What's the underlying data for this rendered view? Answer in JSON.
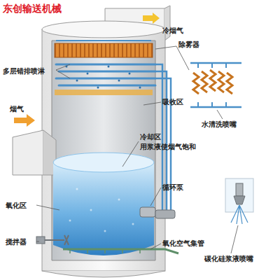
{
  "diagram": {
    "labels": [
      "东创输送机械",
      "冷烟气",
      "除雾器",
      "多层错排喷淋",
      "水清洗喷嘴",
      "烟气",
      "吸收区",
      "冷却区",
      "用浆液使烟气饱和",
      "循环泵",
      "氧化区",
      "搅拌器",
      "氧化空气集管",
      "碳化硅浆液喷嘴"
    ]
  }
}
